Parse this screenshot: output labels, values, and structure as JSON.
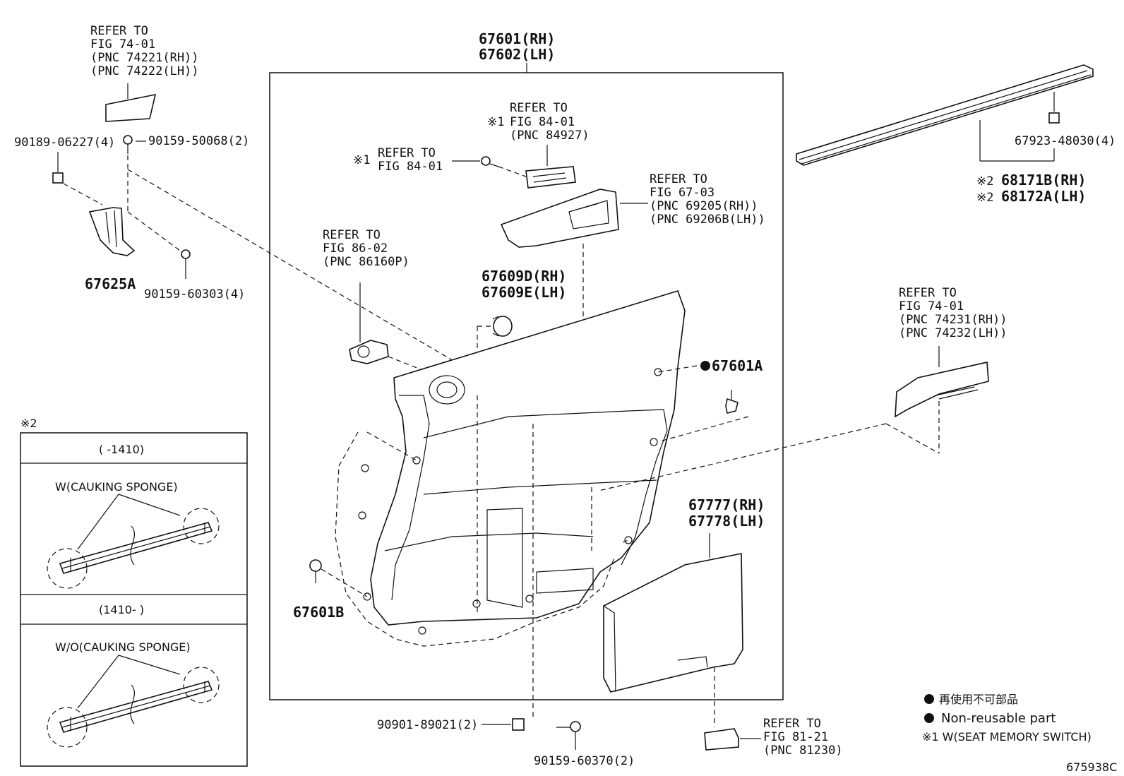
{
  "top_assembly": {
    "l1": "67601(RH)",
    "l2": "67602(LH)"
  },
  "ref_74_01_top": {
    "l1": "REFER TO",
    "l2": "FIG 74-01",
    "l3": "(PNC 74221(RH))",
    "l4": "(PNC 74222(LH))"
  },
  "screw_90189": "90189-06227(4)",
  "screw_90159_50068": "90159-50068(2)",
  "bracket_67625A": "67625A",
  "screw_90159_60303": "90159-60303(4)",
  "ref_84_01_switch": {
    "mark": "※1",
    "l1": "REFER TO",
    "l2": "FIG 84-01",
    "l3": "(PNC 84927)"
  },
  "ref_84_01_screw": {
    "mark": "※1",
    "l1": "REFER TO",
    "l2": "FIG 84-01"
  },
  "ref_67_03": {
    "l1": "REFER TO",
    "l2": "FIG 67-03",
    "l3": "(PNC 69205(RH))",
    "l4": "(PNC 69206B(LH))"
  },
  "ref_86_02": {
    "l1": "REFER TO",
    "l2": "FIG 86-02",
    "l3": "(PNC 86160P)"
  },
  "part_67609": {
    "l1": "67609D(RH)",
    "l2": "67609E(LH)"
  },
  "clip_67601A": "67601A",
  "clip_67601B": "67601B",
  "part_67777": {
    "l1": "67777(RH)",
    "l2": "67778(LH)"
  },
  "screw_90901": "90901-89021(2)",
  "screw_90159_60370": "90159-60370(2)",
  "ref_81_21": {
    "l1": "REFER TO",
    "l2": "FIG 81-21",
    "l3": "(PNC 81230)"
  },
  "clip_67923": "67923-48030(4)",
  "weatherstrip": {
    "mark": "※2",
    "l1": "68171B(RH)",
    "l2": "68172A(LH)"
  },
  "ref_74_01_right": {
    "l1": "REFER TO",
    "l2": "FIG 74-01",
    "l3": "(PNC 74231(RH))",
    "l4": "(PNC 74232(LH))"
  },
  "inset": {
    "mark": "※2",
    "row1_header": "(    -1410)",
    "row1_label": "W(CAUKING SPONGE)",
    "row2_header": "(1410-    )",
    "row2_label": "W/O(CAUKING SPONGE)"
  },
  "legend": {
    "jp": "再使用不可部品",
    "en": "Non-reusable part",
    "note": "※1 W(SEAT MEMORY SWITCH)"
  },
  "figure_code": "675938C"
}
